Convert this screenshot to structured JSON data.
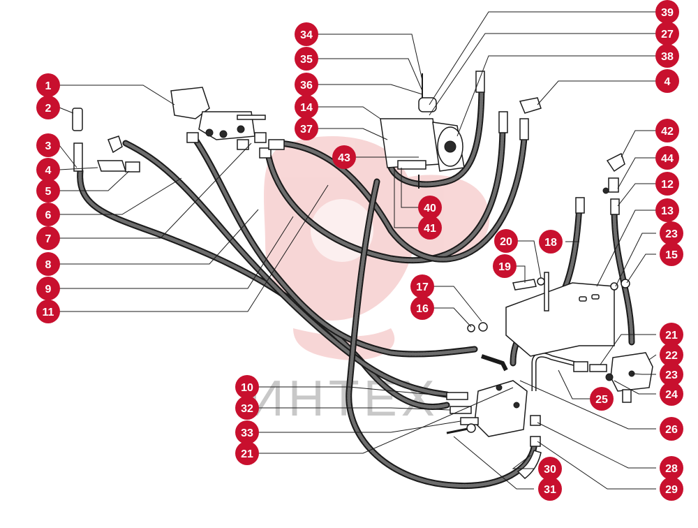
{
  "watermark": {
    "text": "ИНТЕХ",
    "color": "#f2b6b6"
  },
  "callout_color": "#c8102e",
  "callouts": [
    {
      "id": "c-1",
      "label": "1"
    },
    {
      "id": "c-2",
      "label": "2"
    },
    {
      "id": "c-3",
      "label": "3"
    },
    {
      "id": "c-4a",
      "label": "4"
    },
    {
      "id": "c-5",
      "label": "5"
    },
    {
      "id": "c-6",
      "label": "6"
    },
    {
      "id": "c-7",
      "label": "7"
    },
    {
      "id": "c-8",
      "label": "8"
    },
    {
      "id": "c-9",
      "label": "9"
    },
    {
      "id": "c-11",
      "label": "11"
    },
    {
      "id": "c-34",
      "label": "34"
    },
    {
      "id": "c-35",
      "label": "35"
    },
    {
      "id": "c-36",
      "label": "36"
    },
    {
      "id": "c-14",
      "label": "14"
    },
    {
      "id": "c-37",
      "label": "37"
    },
    {
      "id": "c-43",
      "label": "43"
    },
    {
      "id": "c-40",
      "label": "40"
    },
    {
      "id": "c-41",
      "label": "41"
    },
    {
      "id": "c-39",
      "label": "39"
    },
    {
      "id": "c-27",
      "label": "27"
    },
    {
      "id": "c-38",
      "label": "38"
    },
    {
      "id": "c-4b",
      "label": "4"
    },
    {
      "id": "c-42",
      "label": "42"
    },
    {
      "id": "c-44",
      "label": "44"
    },
    {
      "id": "c-12",
      "label": "12"
    },
    {
      "id": "c-13",
      "label": "13"
    },
    {
      "id": "c-23a",
      "label": "23"
    },
    {
      "id": "c-15",
      "label": "15"
    },
    {
      "id": "c-20",
      "label": "20"
    },
    {
      "id": "c-18",
      "label": "18"
    },
    {
      "id": "c-19",
      "label": "19"
    },
    {
      "id": "c-17",
      "label": "17"
    },
    {
      "id": "c-16",
      "label": "16"
    },
    {
      "id": "c-21a",
      "label": "21"
    },
    {
      "id": "c-22",
      "label": "22"
    },
    {
      "id": "c-23b",
      "label": "23"
    },
    {
      "id": "c-24",
      "label": "24"
    },
    {
      "id": "c-25",
      "label": "25"
    },
    {
      "id": "c-26",
      "label": "26"
    },
    {
      "id": "c-10",
      "label": "10"
    },
    {
      "id": "c-32",
      "label": "32"
    },
    {
      "id": "c-33",
      "label": "33"
    },
    {
      "id": "c-21b",
      "label": "21"
    },
    {
      "id": "c-30",
      "label": "30"
    },
    {
      "id": "c-28",
      "label": "28"
    },
    {
      "id": "c-31",
      "label": "31"
    },
    {
      "id": "c-29",
      "label": "29"
    }
  ]
}
